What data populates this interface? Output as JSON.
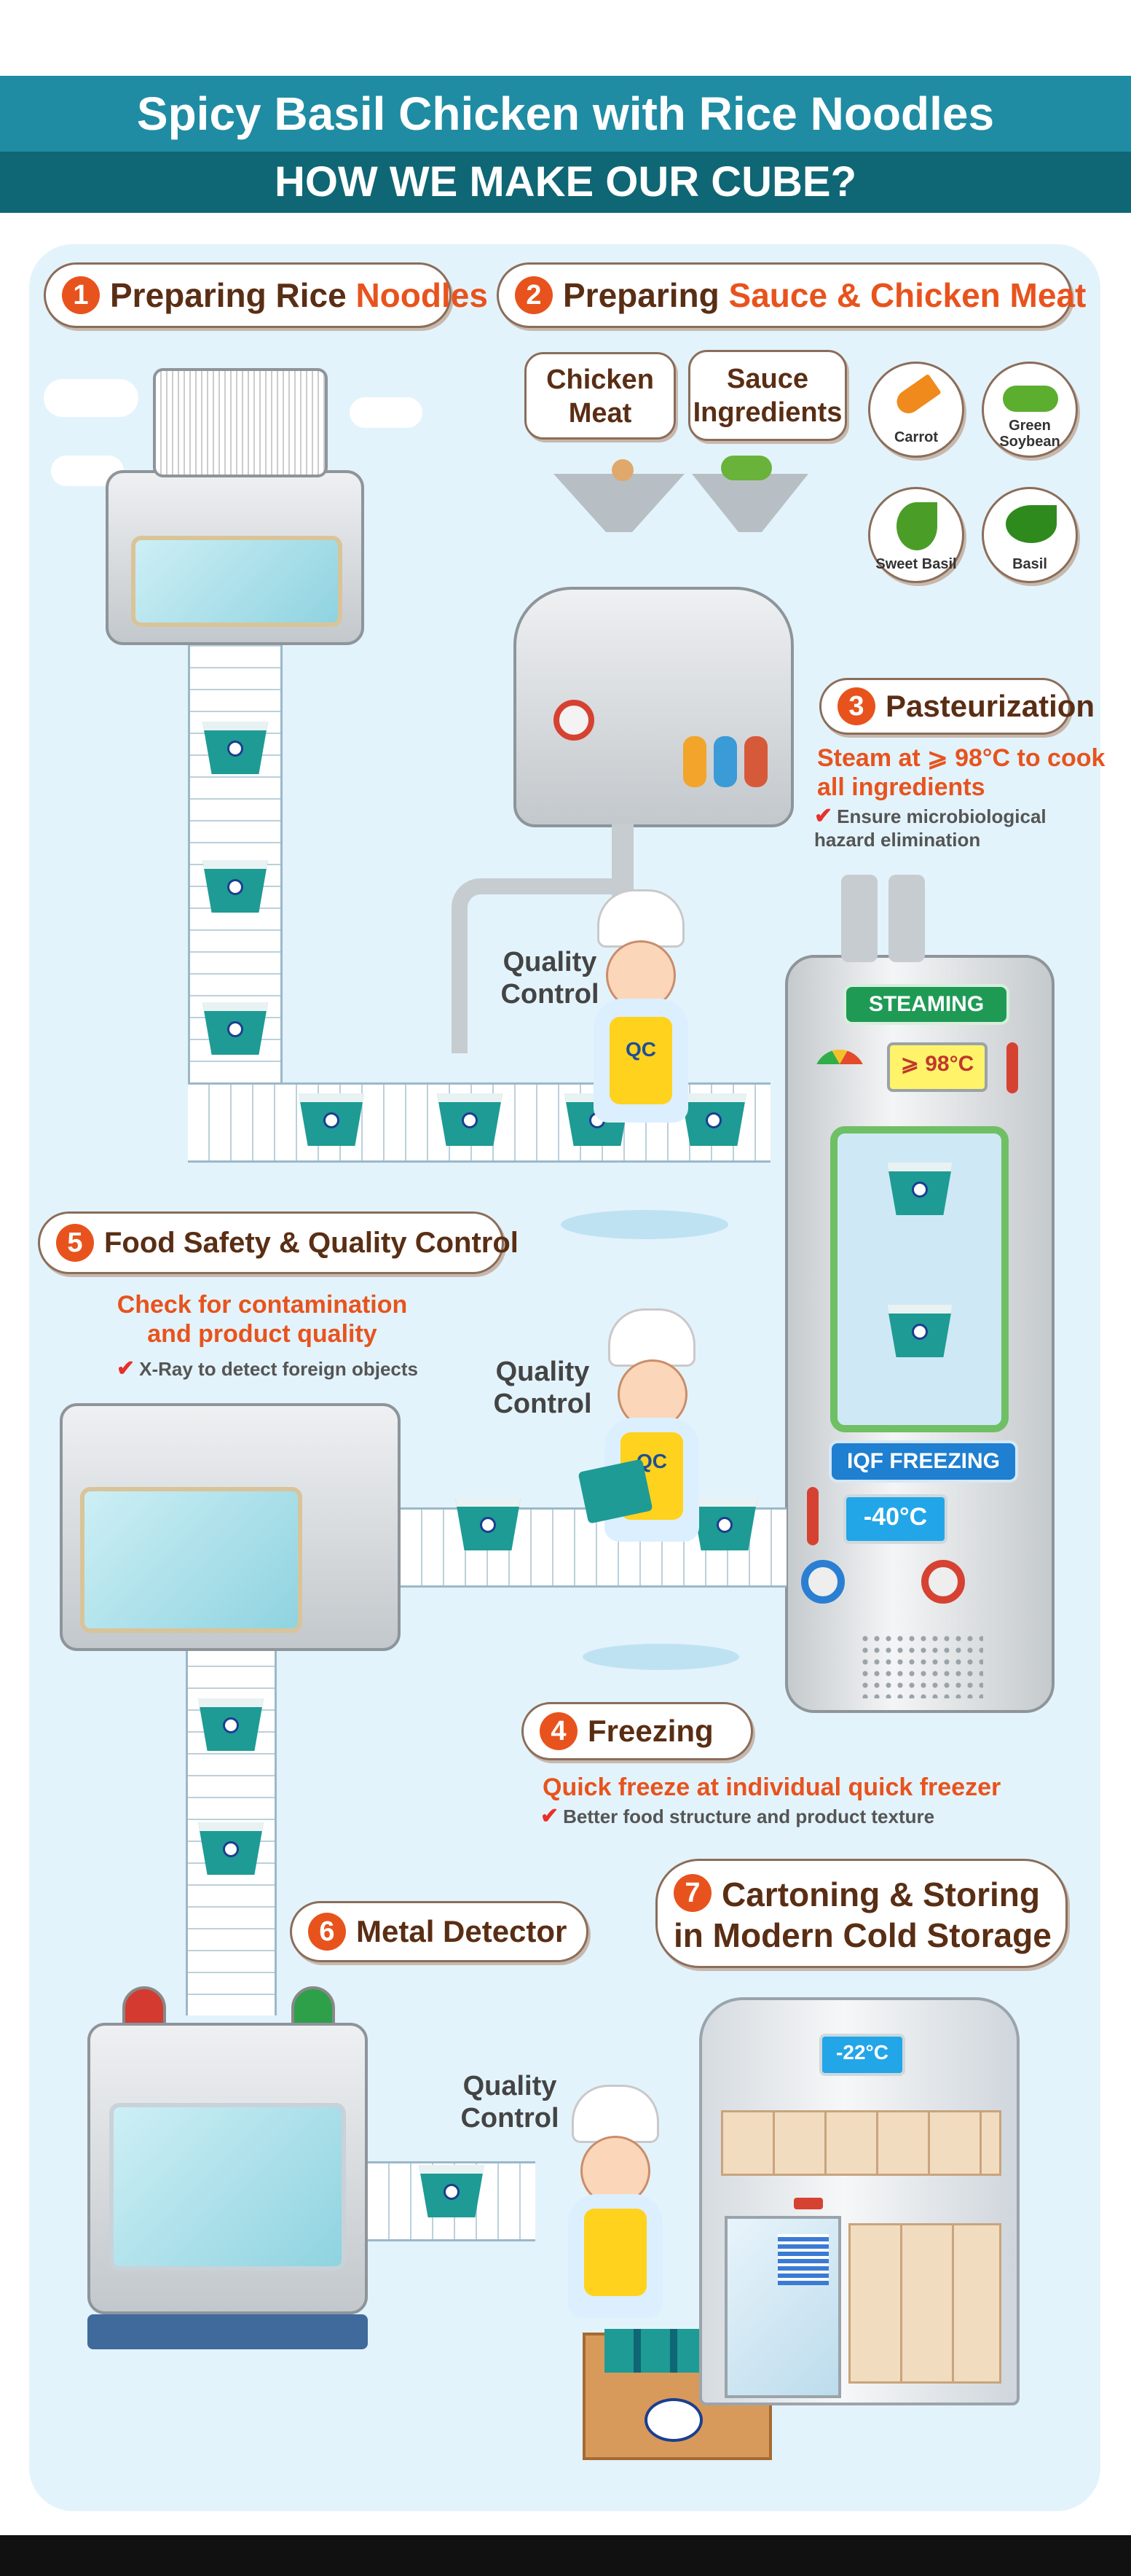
{
  "header": {
    "title": "Spicy Basil Chicken with Rice Noodles",
    "subtitle": "HOW WE MAKE OUR CUBE?"
  },
  "steps": [
    {
      "number": "1",
      "label_a": "Preparing Rice ",
      "label_b": "Noodles"
    },
    {
      "number": "2",
      "label_a": "Preparing ",
      "label_b": "Sauce & Chicken Meat"
    },
    {
      "number": "3",
      "label": "Pasteurization",
      "desc": "Steam at ⩾ 98°C to cook all ingredients",
      "check": "Ensure microbiological hazard elimination"
    },
    {
      "number": "4",
      "label": "Freezing",
      "desc": "Quick freeze at individual quick freezer",
      "check": "Better food structure and product texture"
    },
    {
      "number": "5",
      "label": "Food Safety & Quality Control",
      "desc": "Check for contamination and product quality",
      "check": "X-Ray to detect foreign objects"
    },
    {
      "number": "6",
      "label": "Metal Detector"
    },
    {
      "number": "7",
      "label_a": "Cartoning & Storing",
      "label_b": "in Modern Cold Storage"
    }
  ],
  "ingredients": {
    "chicken": "Chicken Meat",
    "sauce": "Sauce Ingredients",
    "items": [
      "Carrot",
      "Green Soybean",
      "Sweet Basil",
      "Basil"
    ]
  },
  "quality_control_label": "Quality Control",
  "apron_label": "QC",
  "machines": {
    "steaming_label": "STEAMING",
    "steaming_temp": "⩾ 98°C",
    "freezing_label": "IQF FREEZING",
    "freezing_temp": "-40°C",
    "storage_temp": "-22°C"
  },
  "colors": {
    "accent": "#e8531d",
    "title_bar": "#1f8ca3",
    "title_bar_dark": "#0f6674",
    "cube": "#1e9b94"
  }
}
